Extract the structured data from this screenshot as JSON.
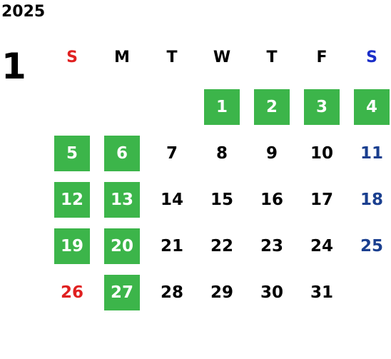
{
  "calendar": {
    "year": "2025",
    "month": "1",
    "weekdays": [
      "S",
      "M",
      "T",
      "W",
      "T",
      "F",
      "S"
    ],
    "colors": {
      "sunday": "#e02020",
      "saturday_header": "#1a2ec8",
      "saturday_day": "#1a3f8f",
      "weekday": "#000000",
      "highlight_bg": "#3cb54a",
      "highlight_text": "#ffffff"
    },
    "first_weekday_index": 3,
    "days": [
      {
        "label": "1",
        "highlighted": true
      },
      {
        "label": "2",
        "highlighted": true
      },
      {
        "label": "3",
        "highlighted": true
      },
      {
        "label": "4",
        "highlighted": true
      },
      {
        "label": "5",
        "highlighted": true
      },
      {
        "label": "6",
        "highlighted": true
      },
      {
        "label": "7",
        "highlighted": false
      },
      {
        "label": "8",
        "highlighted": false
      },
      {
        "label": "9",
        "highlighted": false
      },
      {
        "label": "10",
        "highlighted": false
      },
      {
        "label": "11",
        "highlighted": false
      },
      {
        "label": "12",
        "highlighted": true
      },
      {
        "label": "13",
        "highlighted": true
      },
      {
        "label": "14",
        "highlighted": false
      },
      {
        "label": "15",
        "highlighted": false
      },
      {
        "label": "16",
        "highlighted": false
      },
      {
        "label": "17",
        "highlighted": false
      },
      {
        "label": "18",
        "highlighted": false
      },
      {
        "label": "19",
        "highlighted": true
      },
      {
        "label": "20",
        "highlighted": true
      },
      {
        "label": "21",
        "highlighted": false
      },
      {
        "label": "22",
        "highlighted": false
      },
      {
        "label": "23",
        "highlighted": false
      },
      {
        "label": "24",
        "highlighted": false
      },
      {
        "label": "25",
        "highlighted": false
      },
      {
        "label": "26",
        "highlighted": false
      },
      {
        "label": "27",
        "highlighted": true
      },
      {
        "label": "28",
        "highlighted": false
      },
      {
        "label": "29",
        "highlighted": false
      },
      {
        "label": "30",
        "highlighted": false
      },
      {
        "label": "31",
        "highlighted": false
      }
    ]
  }
}
